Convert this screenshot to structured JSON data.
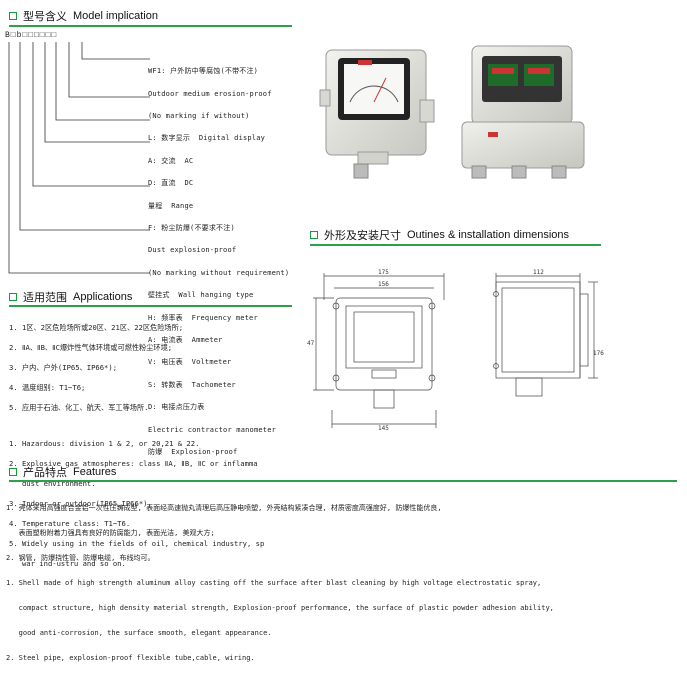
{
  "sections": {
    "model": {
      "zh": "型号含义",
      "en": "Model implication"
    },
    "application": {
      "zh": "适用范围",
      "en": "Applications"
    },
    "features": {
      "zh": "产品特点",
      "en": "Features"
    },
    "outlines": {
      "zh": "外形及安装尺寸",
      "en": "Outines & installation dimensions"
    }
  },
  "model_code": "B□b□□□□□□",
  "model_tree": [
    "WF1: 户外防中等腐蚀(不带不注)",
    "Outdoor medium erosion-proof",
    "(No marking if without)",
    "L: 数字显示  Digital display",
    "A: 交流  AC",
    "D: 直流  DC",
    "量程  Range",
    "F: 粉尘防爆(不要求不注)",
    "Dust explosion-proof",
    "(No marking without requirement)",
    "壁挂式  Wall hanging type",
    "H: 频率表  Frequency meter",
    "A: 电流表  Ammeter",
    "V: 电压表  Voltmeter",
    "S: 转数表  Tachometer",
    "D: 电接点压力表",
    "Electric contractor manometer",
    "防爆  Explosion-proof"
  ],
  "applications": [
    "1. 1区、2区危险场所或20区、21区、22区危险场所;",
    "2. ⅡA、ⅡB、ⅡC爆炸性气体环境或可燃性粉尘环境;",
    "3. 户内、户外(IP65、IP66*);",
    "4. 温度组别: T1~T6;",
    "5. 应用于石油、化工、航天、军工等场所.",
    "",
    "1. Hazardous: division 1 & 2, or 20,21 & 22.",
    "2. Explosive gas atmospheres: class ⅡA, ⅡB, ⅡC or inflamma",
    "   dust environment.",
    "3. Indoor or outdoor(IP65,IP66*).",
    "4. Temperature class: T1~T6.",
    "5. Widely using in the fields of oil, chemical industry, sp",
    "   war ind-ustru and so on."
  ],
  "features": [
    "1. 壳体采用高强度合金铝一次性压铸成型, 表面经高速抛丸清理后高压静电喷塑, 外壳结构紧凑合理, 材质密度高强度好, 防爆性能优良,",
    "   表面塑粉附着力强具有良好的防腐能力, 表面光洁, 美观大方;",
    "2. 钢管, 防爆挠性管、防爆电缆, 布线均可。",
    "1. Shell made of high strength aluminum alloy casting off the surface after blast cleaning by high voltage electrostatic spray,",
    "   compact structure, high density material strength, Explosion-proof performance, the surface of plastic powder adhesion ability,",
    "   good anti-corrosion, the surface smooth, elegant appearance.",
    "2. Steel pipe, explosion-proof flexible tube,cable, wiring."
  ],
  "dimensions": {
    "front_outer": "175",
    "front_inner": "156",
    "front_bottom": "145",
    "front_height": "47",
    "side_width": "112",
    "side_height": "176"
  },
  "colors": {
    "accent": "#2fa04a",
    "photo_body": "#e6e6e0",
    "display_green": "#1f6b2a"
  }
}
